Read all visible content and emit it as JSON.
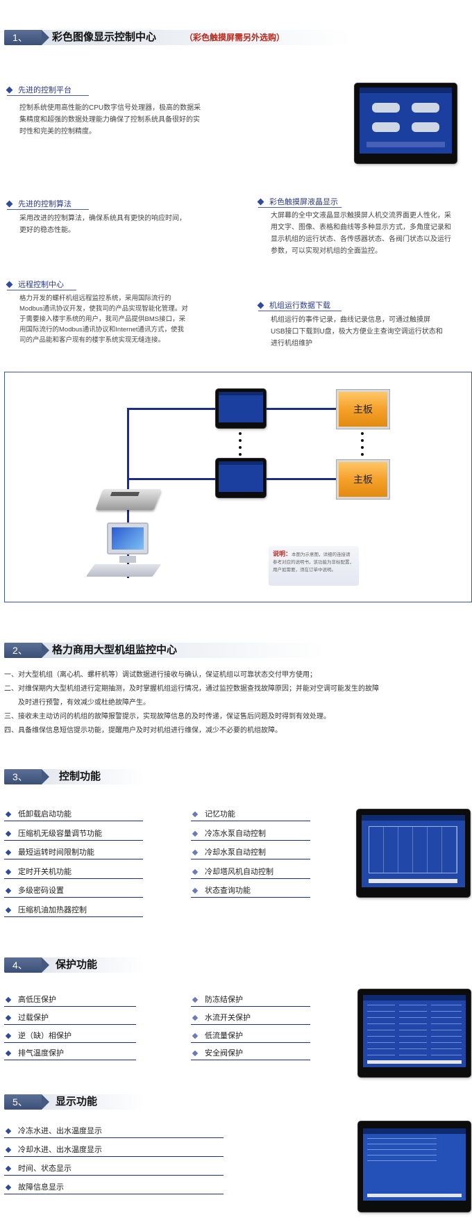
{
  "sections": {
    "s1": {
      "num": "1、",
      "title": "彩色图像显示控制中心",
      "subtitle": "（彩色触摸屏需另外选购）"
    },
    "s2": {
      "num": "2、",
      "title": "格力商用大型机组监控中心"
    },
    "s3": {
      "num": "3、",
      "title": "控制功能"
    },
    "s4": {
      "num": "4、",
      "title": "保护功能"
    },
    "s5": {
      "num": "5、",
      "title": "显示功能"
    }
  },
  "features": {
    "platform": {
      "title": "先进的控制平台",
      "lines": [
        "控制系统使用高性能的CPU数字信号处理器，极高的数据采",
        "集精度和超强的数据处理能力确保了控制系统具备很好的实",
        "时性和完美的控制精度。"
      ]
    },
    "algorithm": {
      "title": "先进的控制算法",
      "lines": [
        "采用改进的控制算法，确保系统具有更快的响应时间，",
        "更好的稳态性能。"
      ]
    },
    "lcd": {
      "title": "彩色触摸屏液晶显示",
      "lines": [
        "大屏幕的全中文液晶显示触摸屏人机交流界面更人性化，采",
        "用文字、图像、表格和曲线等多种显示方式，多角度记录和",
        "显示机组的运行状态、各传感器状态、各阀门状态以及运行",
        "参数，可以实现对机组的全面监控。"
      ]
    },
    "remote": {
      "title": "远程控制中心",
      "lines": [
        "格力开发的螺杆机组远程监控系统，采用国际流行的",
        "Modbus通讯协议开发，使我司的产品实现智能化管理。对",
        "于需要接入楼宇系统的用户，我司产品提供BMS接口，采",
        "用国际流行的Modbus通讯协议和Internet通讯方式，使我",
        "司的产品能和客户现有的楼宇系统实现无缝连接。"
      ]
    },
    "download": {
      "title": "机组运行数据下载",
      "lines": [
        "机组运行的事件记录，曲线记录信息，可通过触摸屏",
        "USB接口下载到U盘，极大方便业主查询空调运行状态和",
        "进行机组维护"
      ]
    }
  },
  "diagram": {
    "board_label": "主板",
    "note_title": "说明：",
    "note_lines": [
      "本图为示意图，详细的连接请",
      "参考对应的说明书，该功能为非标配置，",
      "用户如需要，须在订单中说明。"
    ]
  },
  "s2_items": [
    "一、对大型机组（离心机、螺杆机等）调试数据进行接收与确认，保证机组以可靠状态交付甲方使用；",
    "二、对维保期内大型机组进行定期抽测，及时掌握机组运行情况，通过监控数据查找故障原因；并能对空调可能发生的故障",
    "　　及时进行预警，有效减少或杜绝故障产生。",
    "三、接收未主动访问的机组的故障报警提示，实现故障信息的及时传递，保证售后问题及时得到有效处理。",
    "四、具备维保信息短信提示功能，提醒用户及时对机组进行维保，减少不必要的机组故障。"
  ],
  "control_left": [
    "低卸载启动功能",
    "压缩机无级容量调节功能",
    "最短运转时间限制功能",
    "定时开关机功能",
    "多级密码设置",
    "压缩机油加热器控制"
  ],
  "control_right": [
    "记忆功能",
    "冷冻水泵自动控制",
    "冷却水泵自动控制",
    "冷却塔风机自动控制",
    "状态查询功能"
  ],
  "protect_left": [
    "高低压保护",
    "过载保护",
    "逆（缺）相保护",
    "排气温度保护"
  ],
  "protect_right": [
    "防冻结保护",
    "水流开关保护",
    "低流量保护",
    "安全阀保护"
  ],
  "display_items": [
    "冷冻水进、出水温度显示",
    "冷却水进、出水温度显示",
    "时间、状态显示",
    "故障信息显示"
  ],
  "colors": {
    "accent": "#1a2d8a",
    "subtitle": "#b8281c",
    "board": "#f4a12b"
  }
}
